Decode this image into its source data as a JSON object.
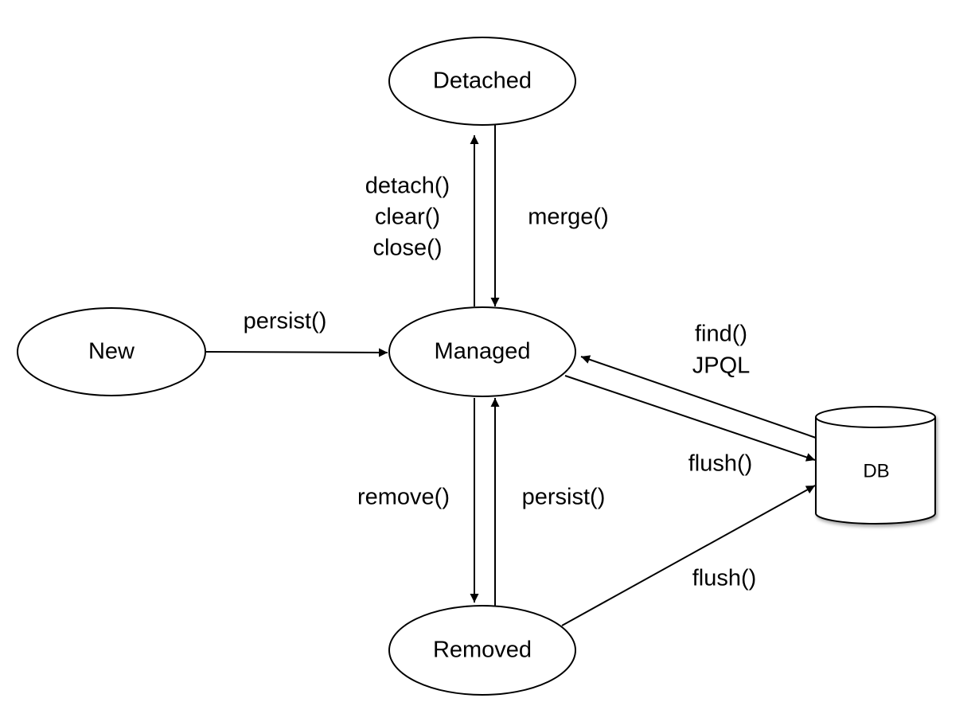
{
  "nodes": {
    "detached": "Detached",
    "new": "New",
    "managed": "Managed",
    "removed": "Removed",
    "db": "DB"
  },
  "edges": {
    "detach_ops": [
      "detach()",
      "clear()",
      "close()"
    ],
    "merge": "merge()",
    "persist_new": "persist()",
    "find_ops": [
      "find()",
      "JPQL"
    ],
    "flush_managed": "flush()",
    "remove": "remove()",
    "persist_removed": "persist()",
    "flush_removed": "flush()"
  },
  "colors": {
    "stroke": "#000000",
    "fill": "#ffffff",
    "text": "#000000"
  }
}
